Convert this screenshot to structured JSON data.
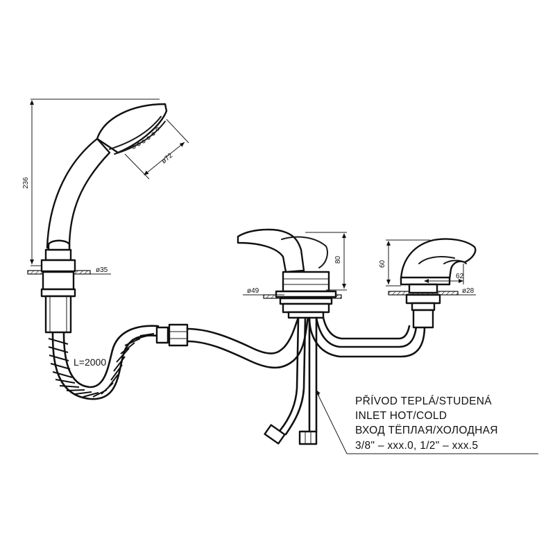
{
  "dimensions": {
    "shower_height": "236",
    "shower_head_diameter": "ø72",
    "shower_base_diameter": "ø35",
    "mixer_height": "80",
    "mixer_base_diameter": "ø49",
    "spout_height": "60",
    "spout_reach": "62",
    "spout_base_diameter": "ø28"
  },
  "hose": {
    "length_label": "L=2000"
  },
  "note": {
    "line1": "PŘÍVOD TEPLÁ/STUDENÁ",
    "line2": "INLET HOT/COLD",
    "line3": "ВХОД ТЁПЛАЯ/ХОЛОДНАЯ",
    "line4": "3/8\" – xxx.0, 1/2\" – xxx.5"
  }
}
